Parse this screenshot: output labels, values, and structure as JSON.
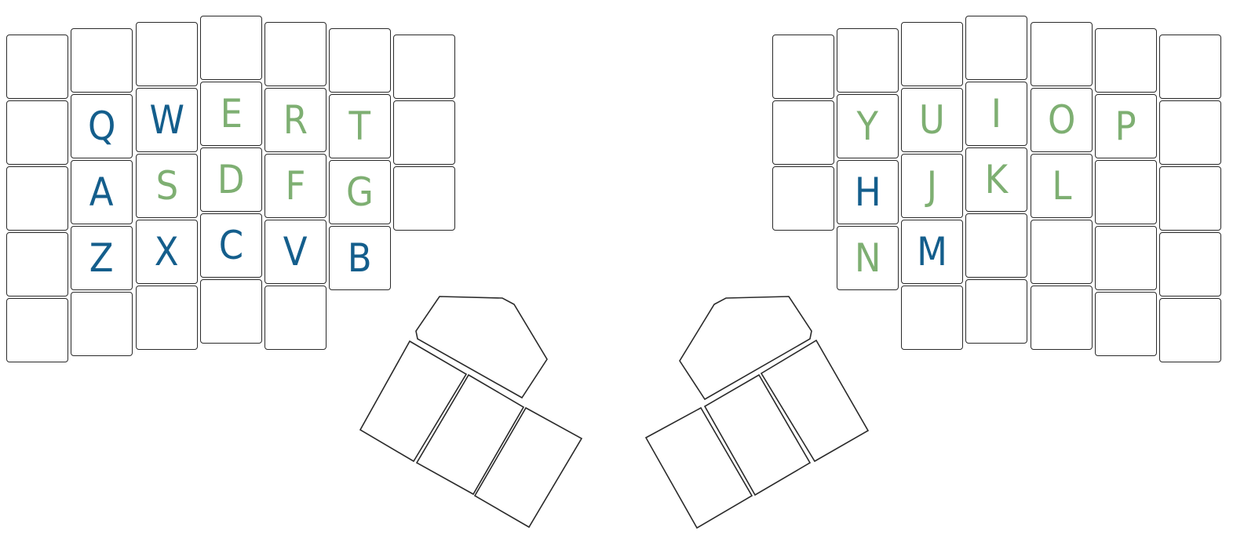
{
  "colors": {
    "blue": "#145e8c",
    "green": "#7eaf72",
    "outline": "#2a2a2a",
    "background": "#ffffff"
  },
  "left_half": {
    "rows": [
      [
        {
          "label": "",
          "color": ""
        },
        {
          "label": "",
          "color": ""
        },
        {
          "label": "",
          "color": ""
        },
        {
          "label": "",
          "color": ""
        },
        {
          "label": "",
          "color": ""
        },
        {
          "label": "",
          "color": ""
        },
        {
          "label": "",
          "color": ""
        }
      ],
      [
        {
          "label": "",
          "color": ""
        },
        {
          "label": "Q",
          "color": "blue"
        },
        {
          "label": "W",
          "color": "blue"
        },
        {
          "label": "E",
          "color": "green"
        },
        {
          "label": "R",
          "color": "green"
        },
        {
          "label": "T",
          "color": "green"
        },
        {
          "label": "",
          "color": ""
        }
      ],
      [
        {
          "label": "",
          "color": ""
        },
        {
          "label": "A",
          "color": "blue"
        },
        {
          "label": "S",
          "color": "green"
        },
        {
          "label": "D",
          "color": "green"
        },
        {
          "label": "F",
          "color": "green"
        },
        {
          "label": "G",
          "color": "green"
        },
        {
          "label": "",
          "color": ""
        }
      ],
      [
        {
          "label": "",
          "color": ""
        },
        {
          "label": "Z",
          "color": "blue"
        },
        {
          "label": "X",
          "color": "blue"
        },
        {
          "label": "C",
          "color": "blue"
        },
        {
          "label": "V",
          "color": "blue"
        },
        {
          "label": "B",
          "color": "blue"
        }
      ],
      [
        {
          "label": "",
          "color": ""
        },
        {
          "label": "",
          "color": ""
        },
        {
          "label": "",
          "color": ""
        },
        {
          "label": "",
          "color": ""
        },
        {
          "label": "",
          "color": ""
        }
      ]
    ]
  },
  "right_half": {
    "rows": [
      [
        {
          "label": "",
          "color": ""
        },
        {
          "label": "",
          "color": ""
        },
        {
          "label": "",
          "color": ""
        },
        {
          "label": "",
          "color": ""
        },
        {
          "label": "",
          "color": ""
        },
        {
          "label": "",
          "color": ""
        },
        {
          "label": "",
          "color": ""
        }
      ],
      [
        {
          "label": "",
          "color": ""
        },
        {
          "label": "Y",
          "color": "green"
        },
        {
          "label": "U",
          "color": "green"
        },
        {
          "label": "I",
          "color": "green"
        },
        {
          "label": "O",
          "color": "green"
        },
        {
          "label": "P",
          "color": "green"
        },
        {
          "label": "",
          "color": ""
        }
      ],
      [
        {
          "label": "",
          "color": ""
        },
        {
          "label": "H",
          "color": "blue"
        },
        {
          "label": "J",
          "color": "green"
        },
        {
          "label": "K",
          "color": "green"
        },
        {
          "label": "L",
          "color": "green"
        },
        {
          "label": "",
          "color": ""
        },
        {
          "label": "",
          "color": ""
        }
      ],
      [
        {
          "label": "N",
          "color": "green"
        },
        {
          "label": "M",
          "color": "blue"
        },
        {
          "label": "",
          "color": ""
        },
        {
          "label": "",
          "color": ""
        },
        {
          "label": "",
          "color": ""
        },
        {
          "label": "",
          "color": ""
        }
      ],
      [
        {
          "label": "",
          "color": ""
        },
        {
          "label": "",
          "color": ""
        },
        {
          "label": "",
          "color": ""
        },
        {
          "label": "",
          "color": ""
        },
        {
          "label": "",
          "color": ""
        }
      ]
    ]
  }
}
